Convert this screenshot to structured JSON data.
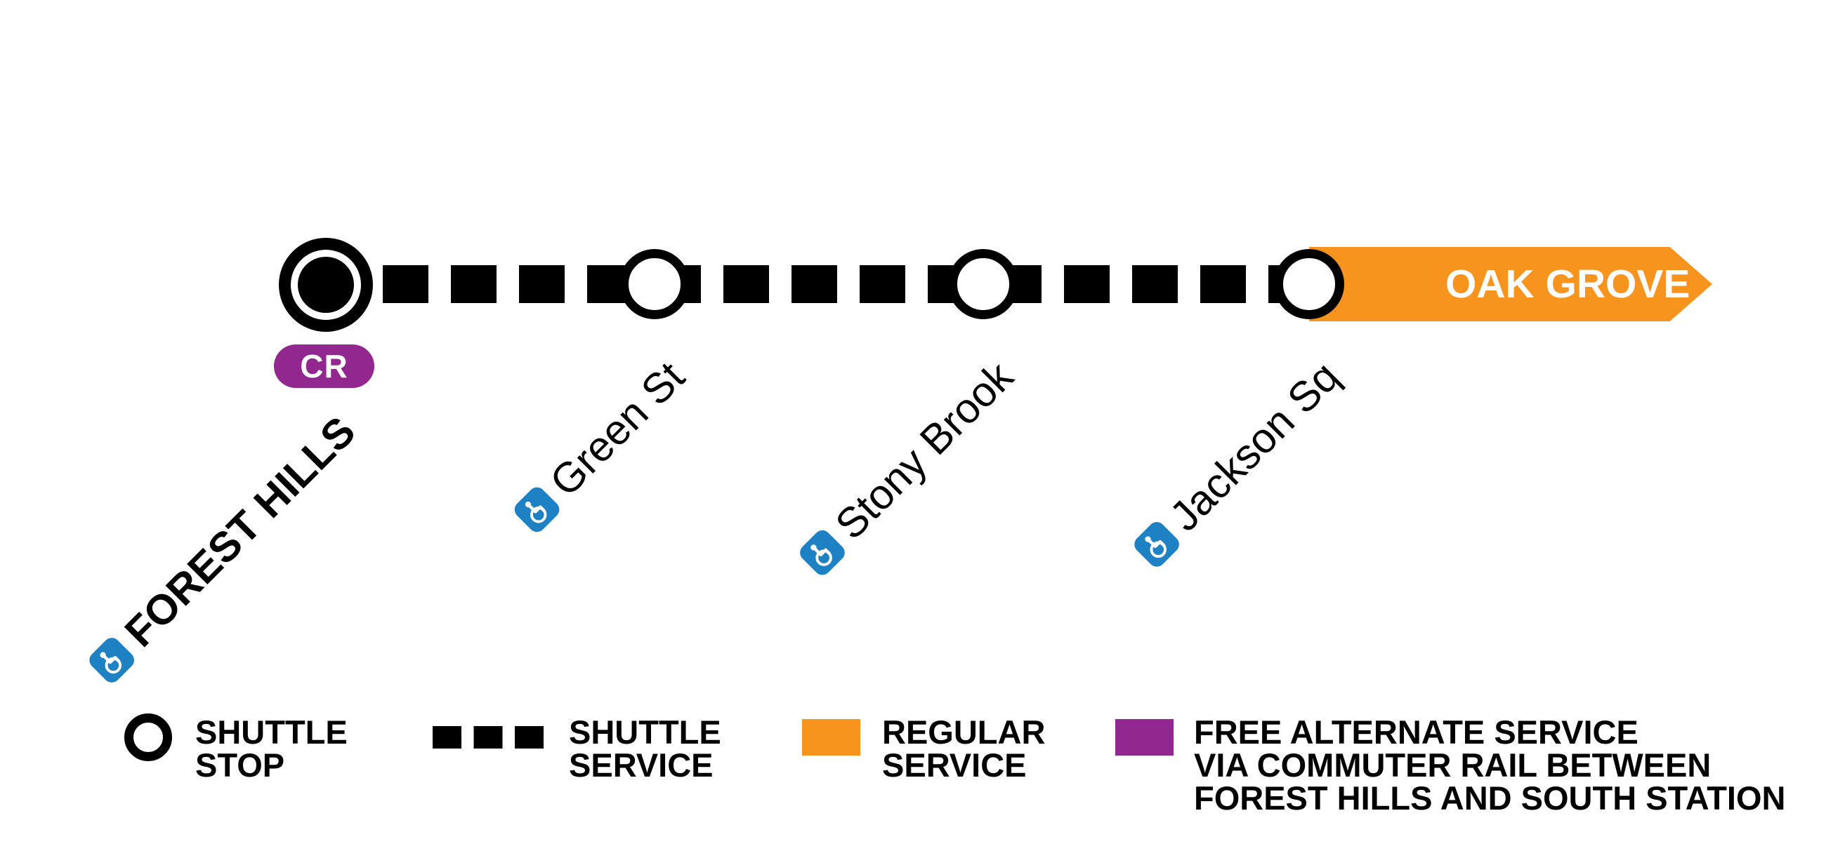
{
  "colors": {
    "line_black": "#000000",
    "regular_service_orange": "#F7941E",
    "commuter_rail_purple": "#92278F",
    "accessibility_blue": "#1E81C4"
  },
  "diagram": {
    "terminus": {
      "label": "OAK GROVE"
    },
    "cr_badge": {
      "label": "CR"
    },
    "stations": [
      {
        "id": "forest-hills",
        "name": "FOREST HILLS",
        "accessible": true,
        "terminal": true,
        "badge": "CR",
        "stop_type": "shuttle-stop"
      },
      {
        "id": "green-st",
        "name": "Green St",
        "accessible": true,
        "stop_type": "shuttle-stop"
      },
      {
        "id": "stony-brook",
        "name": "Stony Brook",
        "accessible": true,
        "stop_type": "shuttle-stop"
      },
      {
        "id": "jackson-sq",
        "name": "Jackson Sq",
        "accessible": true,
        "stop_type": "shuttle-stop"
      }
    ]
  },
  "legend": {
    "shuttle_stop": {
      "line1": "SHUTTLE",
      "line2": "STOP"
    },
    "shuttle_service": {
      "line1": "SHUTTLE",
      "line2": "SERVICE"
    },
    "regular_service": {
      "line1": "REGULAR",
      "line2": "SERVICE"
    },
    "alternate_service": {
      "line1": "FREE ALTERNATE SERVICE",
      "line2": "VIA COMMUTER RAIL BETWEEN",
      "line3": "FOREST HILLS AND SOUTH STATION"
    }
  }
}
